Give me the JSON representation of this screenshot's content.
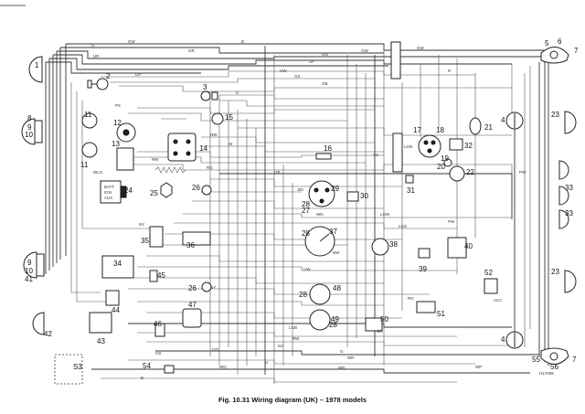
{
  "caption": "Fig. 10.31 Wiring diagram (UK) – 1978 models",
  "reference_code": "H17089",
  "component_numbers": [
    {
      "id": "c1",
      "text": "1"
    },
    {
      "id": "c2",
      "text": "2"
    },
    {
      "id": "c3",
      "text": "3"
    },
    {
      "id": "c4a",
      "text": "4"
    },
    {
      "id": "c4b",
      "text": "4"
    },
    {
      "id": "c5",
      "text": "5"
    },
    {
      "id": "c6",
      "text": "6"
    },
    {
      "id": "c7a",
      "text": "7"
    },
    {
      "id": "c7b",
      "text": "7"
    },
    {
      "id": "c8",
      "text": "8"
    },
    {
      "id": "c9a",
      "text": "9"
    },
    {
      "id": "c9b",
      "text": "9"
    },
    {
      "id": "c10a",
      "text": "10"
    },
    {
      "id": "c10b",
      "text": "10"
    },
    {
      "id": "c11a",
      "text": "11"
    },
    {
      "id": "c11b",
      "text": "11"
    },
    {
      "id": "c12",
      "text": "12"
    },
    {
      "id": "c13",
      "text": "13"
    },
    {
      "id": "c14",
      "text": "14"
    },
    {
      "id": "c15",
      "text": "15"
    },
    {
      "id": "c16",
      "text": "16"
    },
    {
      "id": "c17",
      "text": "17"
    },
    {
      "id": "c18",
      "text": "18"
    },
    {
      "id": "c19",
      "text": "19"
    },
    {
      "id": "c20",
      "text": "20"
    },
    {
      "id": "c21",
      "text": "21"
    },
    {
      "id": "c22",
      "text": "22"
    },
    {
      "id": "c23a",
      "text": "23"
    },
    {
      "id": "c23b",
      "text": "23"
    },
    {
      "id": "c24",
      "text": "24"
    },
    {
      "id": "c25",
      "text": "25"
    },
    {
      "id": "c26a",
      "text": "26"
    },
    {
      "id": "c26b",
      "text": "26"
    },
    {
      "id": "c27",
      "text": "27"
    },
    {
      "id": "c28a",
      "text": "28"
    },
    {
      "id": "c28b",
      "text": "28"
    },
    {
      "id": "c28c",
      "text": "28"
    },
    {
      "id": "c28d",
      "text": "28"
    },
    {
      "id": "c29",
      "text": "29"
    },
    {
      "id": "c30",
      "text": "30"
    },
    {
      "id": "c31",
      "text": "31"
    },
    {
      "id": "c32",
      "text": "32"
    },
    {
      "id": "c33a",
      "text": "33"
    },
    {
      "id": "c33b",
      "text": "33"
    },
    {
      "id": "c34",
      "text": "34"
    },
    {
      "id": "c35",
      "text": "35"
    },
    {
      "id": "c36",
      "text": "36"
    },
    {
      "id": "c37",
      "text": "37"
    },
    {
      "id": "c38",
      "text": "38"
    },
    {
      "id": "c39",
      "text": "39"
    },
    {
      "id": "c40",
      "text": "40"
    },
    {
      "id": "c41",
      "text": "41"
    },
    {
      "id": "c42",
      "text": "42"
    },
    {
      "id": "c43",
      "text": "43"
    },
    {
      "id": "c44",
      "text": "44"
    },
    {
      "id": "c45",
      "text": "45"
    },
    {
      "id": "c46",
      "text": "46"
    },
    {
      "id": "c47",
      "text": "47"
    },
    {
      "id": "c48",
      "text": "48"
    },
    {
      "id": "c49",
      "text": "49"
    },
    {
      "id": "c50",
      "text": "50"
    },
    {
      "id": "c51",
      "text": "51"
    },
    {
      "id": "c52",
      "text": "52"
    },
    {
      "id": "c53",
      "text": "S3"
    },
    {
      "id": "c54",
      "text": "54"
    },
    {
      "id": "c55",
      "text": "55"
    },
    {
      "id": "c56",
      "text": "56"
    }
  ],
  "wire_codes": {
    "top1": "GW",
    "top2": "G",
    "top3": "GR",
    "top4": "GW",
    "top5": "GN",
    "top6": "GW",
    "top7": "B",
    "top8": "PS",
    "top9": "UR",
    "top10": "SP",
    "top11": "UW",
    "top12": "GS",
    "top13": "GP",
    "top14": "G",
    "top15": "GB",
    "top16": "R",
    "top17": "NW",
    "top18": "W",
    "top19": "RG",
    "top20": "WLG",
    "top21": "LGN",
    "top22": "NY",
    "top23": "RW",
    "mid1": "PW",
    "mid2": "LGW",
    "mid3": "LGS",
    "mid4": "BS",
    "mid5": "UW",
    "mid6": "WN",
    "mid7": "GB",
    "mid8": "YS",
    "mid9": "RG",
    "mid10": "NW",
    "mid11": "NY",
    "mid12": "GR",
    "bot1": "WG",
    "bot2": "WB",
    "bot3": "GO",
    "bot4": "G",
    "bot5": "WP",
    "bot6": "B",
    "bot7": "NY",
    "bot8": "RW",
    "bot9": "WR",
    "bot10": "U",
    "bot11": "LGB",
    "bot12": "GS",
    "sw1": "BATT",
    "sw2": "IGN",
    "sw3": "AUX",
    "sw4": "ACC",
    "sw5": "PW"
  }
}
